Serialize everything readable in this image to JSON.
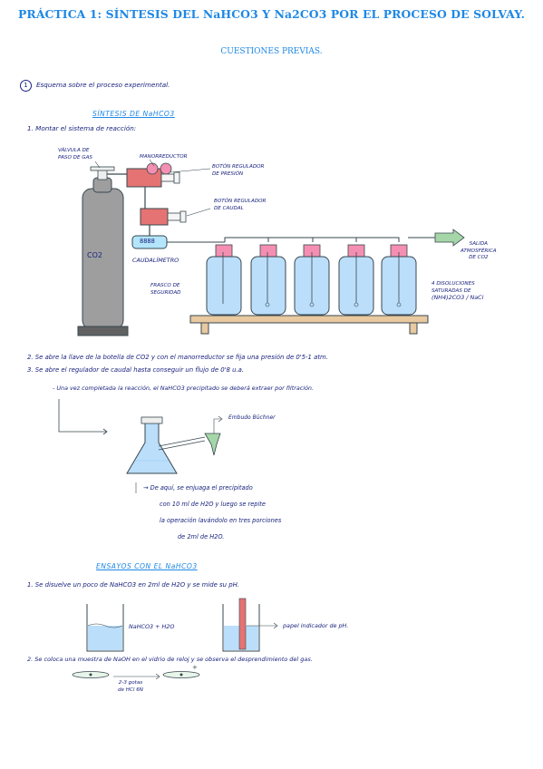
{
  "header": {
    "title": "PRÁCTICA 1: SÍNTESIS DEL NaHCO3 Y Na2CO3 POR EL PROCESO DE SOLVAY.",
    "subtitle": "CUESTIONES PREVIAS."
  },
  "question": {
    "number": "1",
    "text": "Esquema sobre el proceso experimental."
  },
  "section1": {
    "heading": "SÍNTESIS DE NaHCO3",
    "step1": "1. Montar el sistema de reacción:",
    "labels": {
      "valve_line1": "VÁLVULA DE",
      "valve_line2": "PASO DE GAS",
      "manometer": "MANORREDUCTOR",
      "pressure_btn_line1": "BOTÓN REGULADOR",
      "pressure_btn_line2": "DE PRESIÓN",
      "flow_btn_line1": "BOTÓN REGULADOR",
      "flow_btn_line2": "DE CAUDAL",
      "co2_bottle": "CO2",
      "flowmeter_display": "8888",
      "flowmeter": "CAUDALÍMETRO",
      "safety_line1": "FRASCO DE",
      "safety_line2": "SEGURIDAD",
      "outlet_line1": "SALIDA",
      "outlet_line2": "ATMOSFÉRICA",
      "outlet_line3": "DE CO2",
      "solutions_line1": "4 DISOLUCIONES",
      "solutions_line2": "SATURADAS DE",
      "solutions_line3": "(NH4)2CO3 / NaCl"
    },
    "step2": "2. Se abre la llave de la botella de CO2 y con el manorreductor se fija una presión de 0'5-1 atm.",
    "step3": "3. Se abre el regulador de caudal hasta conseguir un flujo de 0'8 u.a.",
    "step3_bullet": "- Una vez completada la reacción, el NaHCO3 precipitado se deberá extraer por filtración.",
    "buchner_label": "Embudo Büchner",
    "wash_lines": [
      "→ De aquí, se enjuaga el precipitado",
      "con 10 ml de H2O y luego se repite",
      "la operación lavándolo en tres porciones",
      "de 2ml de H2O."
    ]
  },
  "section2": {
    "heading": "ENSAYOS CON EL NaHCO3",
    "step1": "1. Se disuelve un poco de NaHCO3 en 2ml de H2O y se mide su pH.",
    "beaker_label": "NaHCO3 + H2O",
    "ph_paper_label": "papel indicador de pH.",
    "step2": "2. Se coloca una muestra de NaOH en el vidrio de reloj y se observa el desprendimiento del gas.",
    "drops_line1": "2-3 gotas",
    "drops_line2": "de HCl 6N"
  },
  "colors": {
    "title": "#1e88e5",
    "ink": "#1a237e",
    "flask": "#bbdefb",
    "bottle": "#9e9e9e",
    "regulator": "#e57373",
    "bench": "#e9c9a0"
  }
}
